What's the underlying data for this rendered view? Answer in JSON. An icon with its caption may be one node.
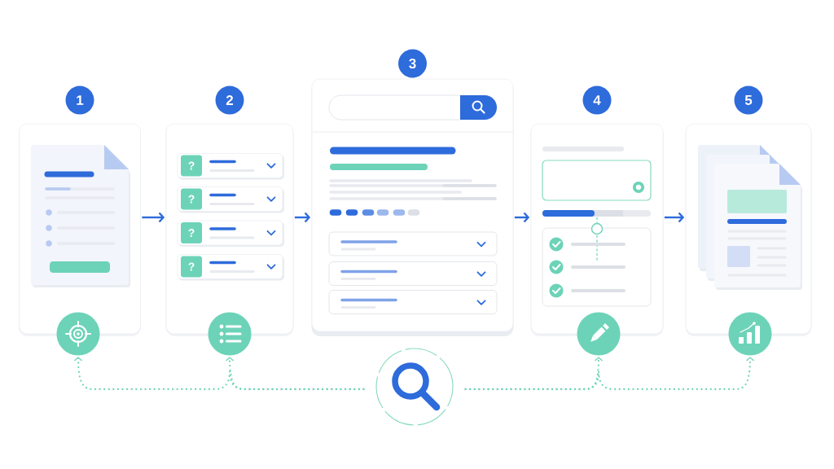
{
  "diagram": {
    "nodes": [
      {
        "text": [
          "1"
        ]
      },
      {
        "text": [
          "2"
        ]
      },
      {
        "text": [
          "?"
        ],
        "in": 1
      },
      {
        "text": [
          "?"
        ],
        "in": 1
      },
      {
        "text": [
          "?"
        ],
        "in": 1
      },
      {
        "text": [
          "?"
        ],
        "in": 1
      },
      {
        "text": [
          "3"
        ]
      },
      {
        "text": [
          "4"
        ]
      },
      {
        "text": [
          "5"
        ]
      },
      {
        "text": [],
        "shape": "circle"
      },
      {
        "text": [],
        "shape": "circle"
      },
      {
        "text": [],
        "shape": "circle"
      },
      {
        "text": [],
        "shape": "circle"
      },
      {
        "text": [],
        "shape": "circle"
      }
    ],
    "edges": [
      {
        "from": 0,
        "to": 1,
        "arrow": "to"
      },
      {
        "from": 1,
        "to": 6,
        "arrow": "to"
      },
      {
        "from": 6,
        "to": 7,
        "arrow": "to"
      },
      {
        "from": 7,
        "to": 8,
        "arrow": "to"
      },
      {
        "from": 11,
        "to": 10,
        "arrow": "to",
        "style": "dashed",
        "color": "#6dd3b8"
      },
      {
        "from": 11,
        "to": 9,
        "arrow": "to",
        "style": "dashed",
        "color": "#6dd3b8"
      },
      {
        "from": 11,
        "to": 12,
        "arrow": "to",
        "style": "dashed",
        "color": "#6dd3b8"
      },
      {
        "from": 11,
        "to": 13,
        "arrow": "to",
        "style": "dashed",
        "color": "#6dd3b8"
      }
    ]
  }
}
